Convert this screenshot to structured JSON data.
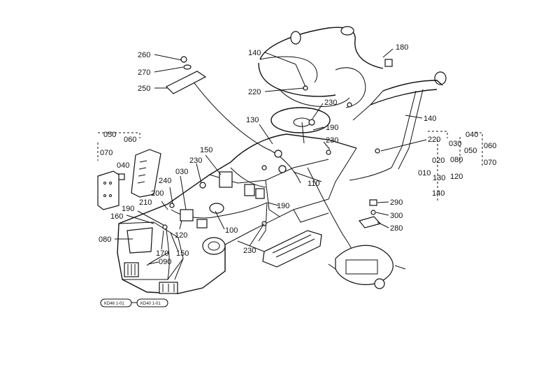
{
  "diagram": {
    "callouts": {
      "c260a": "260",
      "c270": "270",
      "c250": "250",
      "c140a": "140",
      "c180": "180",
      "c220a": "220",
      "c230a": "230",
      "c140b": "140",
      "c130a": "130",
      "c190a": "190",
      "c230b": "230",
      "c220b": "220",
      "c150a": "150",
      "c230c": "230",
      "c110": "110",
      "c030a": "030",
      "c240": "240",
      "c200": "200",
      "c210": "210",
      "c190b": "190",
      "c160": "160",
      "c120a": "120",
      "c100": "100",
      "c080a": "080",
      "c170": "170",
      "c150b": "150",
      "c090": "090",
      "c230d": "230",
      "c190c": "190",
      "c290": "290",
      "c300": "300",
      "c280": "280",
      "g050a": "050",
      "g060a": "060",
      "g070a": "070",
      "g040a": "040",
      "g010": "010",
      "g030b": "030",
      "g020": "020",
      "g080b": "080",
      "g130b": "130",
      "g140c": "140",
      "g120b": "120",
      "g040b": "040",
      "g050b": "050",
      "g060b": "060",
      "g070b": "070"
    },
    "captions": {
      "ref1": "KD46 1-01",
      "ref2": "KD40 1-01"
    }
  }
}
